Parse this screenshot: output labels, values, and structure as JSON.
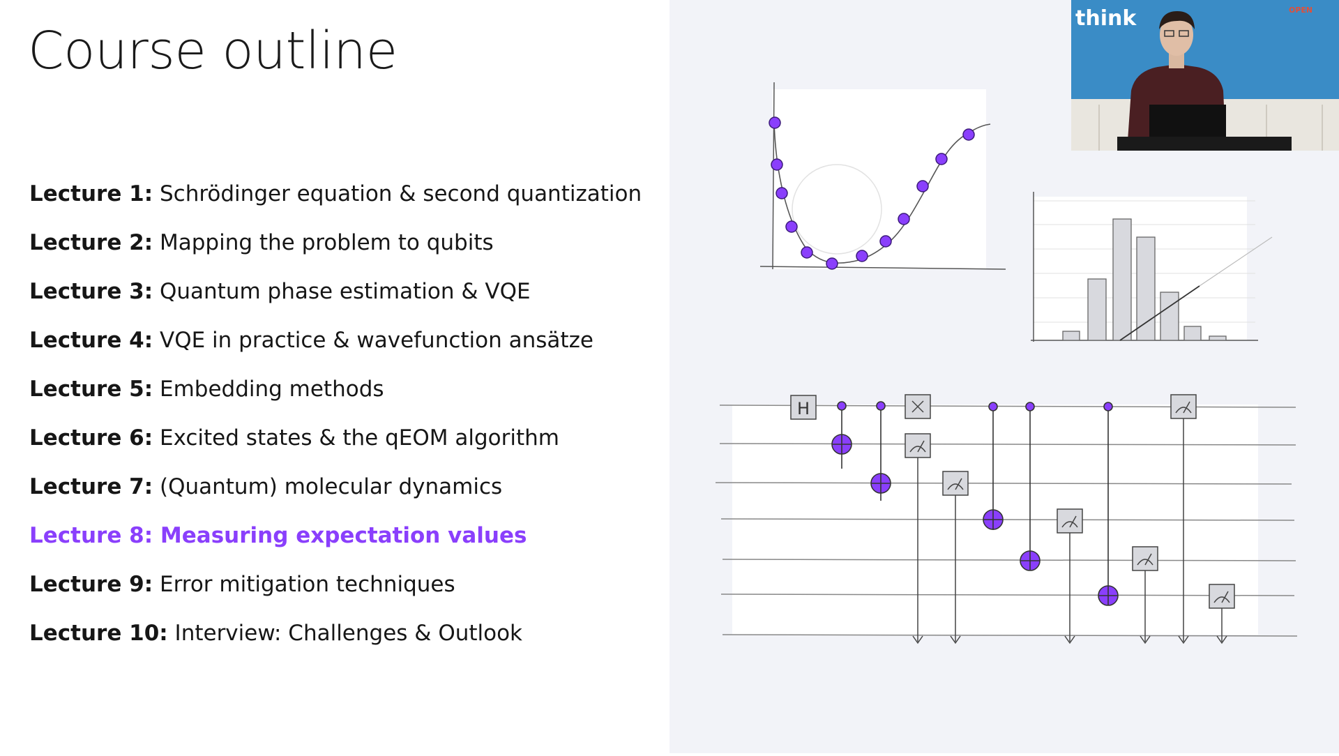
{
  "slide": {
    "title": "Course outline",
    "lectures": [
      {
        "label": "Lecture 1:",
        "text": "Schrödinger equation & second quantization",
        "active": false
      },
      {
        "label": "Lecture 2:",
        "text": "Mapping the problem to qubits",
        "active": false
      },
      {
        "label": "Lecture 3:",
        "text": "Quantum phase estimation & VQE",
        "active": false
      },
      {
        "label": "Lecture 4:",
        "text": "VQE in practice & wavefunction ansätze",
        "active": false
      },
      {
        "label": "Lecture 5:",
        "text": "Embedding methods",
        "active": false
      },
      {
        "label": "Lecture 6:",
        "text": "Excited states & the qEOM algorithm",
        "active": false
      },
      {
        "label": "Lecture 7:",
        "text": "(Quantum) molecular dynamics",
        "active": false
      },
      {
        "label": "Lecture 8:",
        "text": "Measuring expectation values",
        "active": true
      },
      {
        "label": "Lecture 9:",
        "text": "Error mitigation techniques",
        "active": false
      },
      {
        "label": "Lecture 10:",
        "text": "Interview: Challenges & Outlook",
        "active": false
      }
    ],
    "accent_color": "#8a3ffc"
  },
  "video_overlay": {
    "wall_text": "think",
    "corner_badge": "OPEN"
  },
  "illustrations": {
    "circuit_gate_h": "H"
  }
}
